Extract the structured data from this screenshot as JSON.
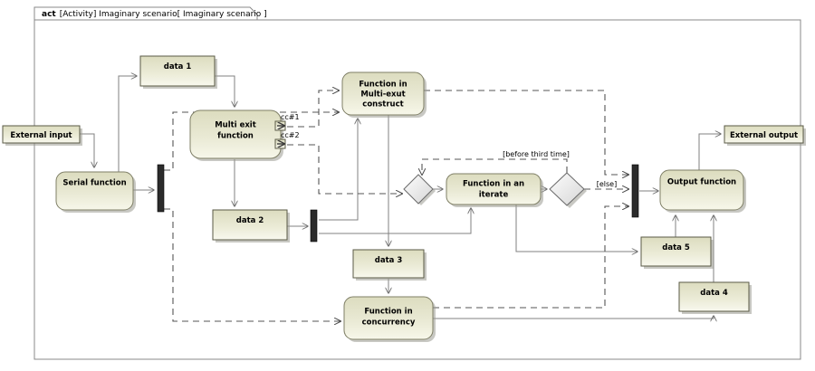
{
  "frame": {
    "keyword": "act",
    "title": "[Activity] Imaginary scenario[ Imaginary scenario ]",
    "border_color": "#888888"
  },
  "colors": {
    "node_fill_top": "#ddddc2",
    "node_fill_bottom": "#f4f4e4",
    "node_stroke": "#7f7f66",
    "object_stroke": "#5a5a46",
    "bar_fill": "#2b2b2b",
    "flow_stroke": "#808080",
    "dashed_stroke": "#555555",
    "diamond_fill": "#e8e8e8"
  },
  "nodes": {
    "external_input": {
      "label": "External input",
      "kind": "object-node"
    },
    "external_output": {
      "label": "External output",
      "kind": "object-node"
    },
    "data1": {
      "label": "data 1",
      "kind": "object-node"
    },
    "data2": {
      "label": "data 2",
      "kind": "object-node"
    },
    "data3": {
      "label": "data 3",
      "kind": "object-node"
    },
    "data4": {
      "label": "data 4",
      "kind": "object-node"
    },
    "data5": {
      "label": "data 5",
      "kind": "object-node"
    },
    "serial_function": {
      "label": "Serial function",
      "kind": "action"
    },
    "multi_exit_function": {
      "label_line1": "Multi exit",
      "label_line2": "function",
      "kind": "action"
    },
    "function_multi_exit_construct": {
      "label_line1": "Function in",
      "label_line2": "Multi-exut",
      "label_line3": "construct",
      "kind": "action"
    },
    "function_in_an_iterate": {
      "label_line1": "Function in an",
      "label_line2": "iterate",
      "kind": "action"
    },
    "function_in_concurrency": {
      "label_line1": "Function in",
      "label_line2": "concurrency",
      "kind": "action"
    },
    "output_function": {
      "label": "Output function",
      "kind": "action"
    }
  },
  "pins": {
    "cc1": "cc#1",
    "cc2": "cc#2"
  },
  "guards": {
    "before_third_time": "[before third time]",
    "else": "[else]"
  },
  "control_nodes": {
    "fork_left": {
      "name": "fork-bar-left",
      "kind": "fork"
    },
    "fork_middle": {
      "name": "fork-bar-middle",
      "kind": "fork"
    },
    "join_right": {
      "name": "join-bar-right",
      "kind": "join"
    },
    "decision_1": {
      "name": "decision-diamond-1",
      "kind": "decision"
    },
    "decision_2": {
      "name": "decision-diamond-2",
      "kind": "decision"
    }
  }
}
